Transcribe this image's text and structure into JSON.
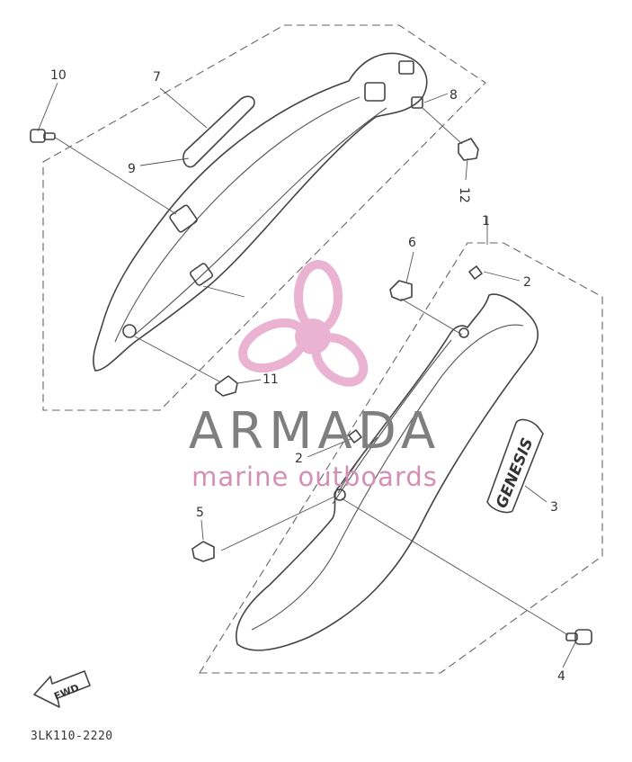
{
  "callouts": {
    "c1": "1",
    "c2a": "2",
    "c2b": "2",
    "c3": "3",
    "c4": "4",
    "c5": "5",
    "c6": "6",
    "c7": "7",
    "c8": "8",
    "c9": "9",
    "c10": "10",
    "c11": "11",
    "c12": "12"
  },
  "decal_text": "GENESIS",
  "fwd_label": "FWD",
  "reference_code": "3LK110-2220",
  "watermark": {
    "brand": "ARMADA",
    "tagline": "marine outboards",
    "brand_color": "#7f7f7f",
    "accent_color": "#e7a6c9"
  }
}
